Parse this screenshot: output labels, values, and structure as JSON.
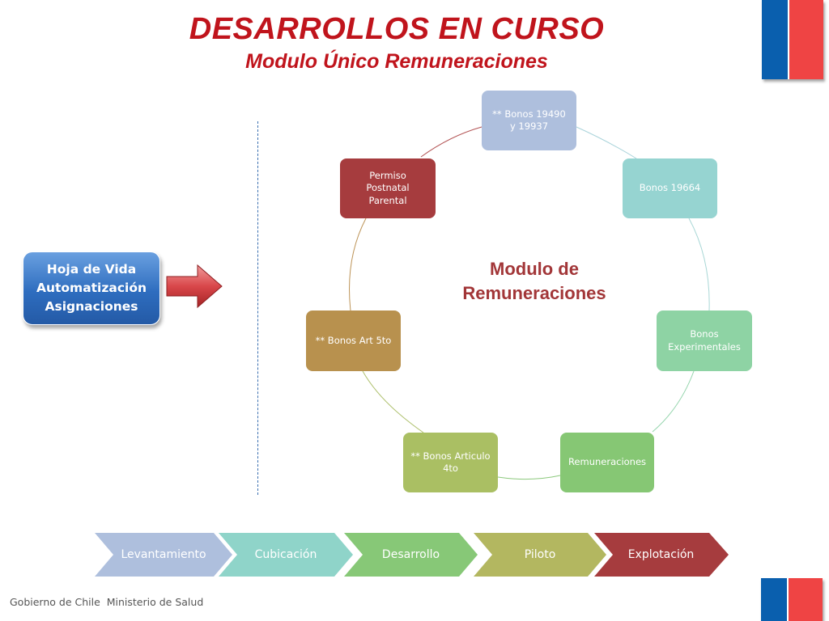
{
  "header": {
    "title": "DESARROLLOS EN CURSO",
    "subtitle": "Modulo Único Remuneraciones"
  },
  "left_box": {
    "lines": [
      "Hoja de Vida",
      "Automatización",
      "Asignaciones"
    ]
  },
  "cycle": {
    "center_lines": [
      "Modulo de",
      "Remuneraciones"
    ],
    "nodes": [
      {
        "lines": [
          "** Bonos 19490",
          "y 19937"
        ],
        "color": "#aebfdd"
      },
      {
        "lines": [
          "Bonos 19664"
        ],
        "color": "#96d4d1"
      },
      {
        "lines": [
          "Bonos",
          "Experimentales"
        ],
        "color": "#8ed3a4"
      },
      {
        "lines": [
          "Remuneraciones"
        ],
        "color": "#86c774"
      },
      {
        "lines": [
          "** Bonos Articulo",
          "4to"
        ],
        "color": "#aabf63"
      },
      {
        "lines": [
          "** Bonos Art 5to"
        ],
        "color": "#b8914e"
      },
      {
        "lines": [
          "Permiso",
          "Postnatal",
          "Parental"
        ],
        "color": "#a63c3e"
      }
    ]
  },
  "process": {
    "stages": [
      {
        "label": "Levantamiento",
        "color": "#aebfdd"
      },
      {
        "label": "Cubicación",
        "color": "#8fd4c9"
      },
      {
        "label": "Desarrollo",
        "color": "#87c877"
      },
      {
        "label": "Piloto",
        "color": "#b3b760"
      },
      {
        "label": "Explotación",
        "color": "#a63c3e"
      }
    ]
  },
  "footer": {
    "org": "Gobierno de Chile",
    "ministry": "Ministerio de Salud"
  },
  "colors": {
    "title": "#c0141c",
    "center_label": "#a23638",
    "flag_blue": "#0a5fae",
    "flag_red": "#ef4444"
  }
}
